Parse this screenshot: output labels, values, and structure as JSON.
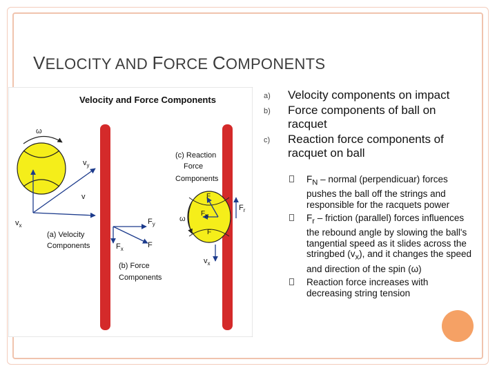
{
  "slide": {
    "title": {
      "v": "V",
      "part1": "ELOCITY AND ",
      "f": "F",
      "part2": "ORCE ",
      "c": "C",
      "part3": "OMPONENTS"
    },
    "items": [
      {
        "marker": "a)",
        "text": "Velocity components on impact"
      },
      {
        "marker": "b)",
        "text": "Force components of ball on racquet"
      },
      {
        "marker": "c)",
        "text": "Reaction force components of racquet on ball"
      }
    ],
    "subitems": [
      {
        "pre": "F",
        "sub": "N",
        "post": " – normal (perpendicuar) forces pushes the ball off the strings and responsible for the racquets power"
      },
      {
        "pre": "F",
        "sub": "r",
        "post": " – friction (parallel) forces influences the rebound angle by slowing the ball's tangential speed as it slides across the stringbed (v",
        "sub2": "x",
        "post2": "), and it changes the speed and direction of the spin (ω)"
      },
      {
        "text": "Reaction force increases with decreasing string tension"
      }
    ]
  },
  "figure": {
    "title": "Velocity and Force Components",
    "omega1": "ω",
    "vy": "v",
    "vy_sub": "y",
    "v": "v",
    "vx": "v",
    "vx_sub": "x",
    "a_label1": "(a) Velocity",
    "a_label2": "Components",
    "fy": "F",
    "fy_sub": "y",
    "fx": "F",
    "fx_sub": "x",
    "f": "F",
    "b_label1": "(b) Force",
    "b_label2": "Components",
    "c_label1": "(c) Reaction",
    "c_label2": "Force",
    "c_label3": "Components",
    "cf": "F",
    "cfn": "F",
    "cfn_sub": "N",
    "cfr": "F",
    "cfr_sub": "r",
    "cf2": "F",
    "omega2": "ω",
    "cvx": "v",
    "cvx_sub": "x"
  },
  "colors": {
    "frame": "#f0c3ad",
    "accent_circle": "#f5a165",
    "racquet": "#d42a2a",
    "ball": "#f5ee1a",
    "arrow": "#1c3b8c"
  }
}
